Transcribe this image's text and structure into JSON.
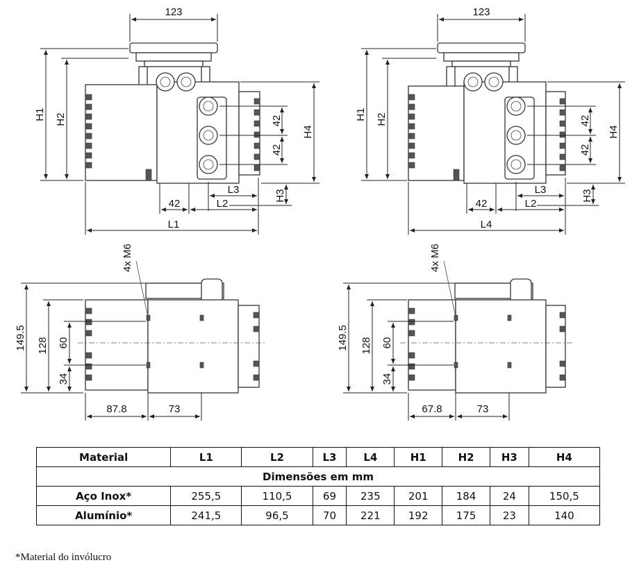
{
  "drawing": {
    "top_left": {
      "width": "123",
      "h1": "H1",
      "h2": "H2",
      "v42a": "42",
      "v42b": "42",
      "h4": "H4",
      "l3": "L3",
      "h3": "H3",
      "b42": "42",
      "l2": "L2",
      "overall": "L1"
    },
    "top_right": {
      "width": "123",
      "h1": "H1",
      "h2": "H2",
      "v42a": "42",
      "v42b": "42",
      "h4": "H4",
      "l3": "L3",
      "h3": "H3",
      "b42": "42",
      "l2": "L2",
      "overall": "L4"
    },
    "bottom_left": {
      "bolts": "4x M6",
      "h_total": "149.5",
      "h128": "128",
      "h60": "60",
      "h34": "34",
      "w1": "87.8",
      "w2": "73"
    },
    "bottom_right": {
      "bolts": "4x M6",
      "h_total": "149.5",
      "h128": "128",
      "h60": "60",
      "h34": "34",
      "w1": "67.8",
      "w2": "73"
    }
  },
  "table": {
    "headers": [
      "Material",
      "L1",
      "L2",
      "L3",
      "L4",
      "H1",
      "H2",
      "H3",
      "H4"
    ],
    "subheader": "Dimensões em mm",
    "rows": [
      {
        "material": "Aço Inox*",
        "values": [
          "255,5",
          "110,5",
          "69",
          "235",
          "201",
          "184",
          "24",
          "150,5"
        ]
      },
      {
        "material": "Alumínio*",
        "values": [
          "241,5",
          "96,5",
          "70",
          "221",
          "192",
          "175",
          "23",
          "140"
        ]
      }
    ]
  },
  "footnote": "*Material do invólucro"
}
